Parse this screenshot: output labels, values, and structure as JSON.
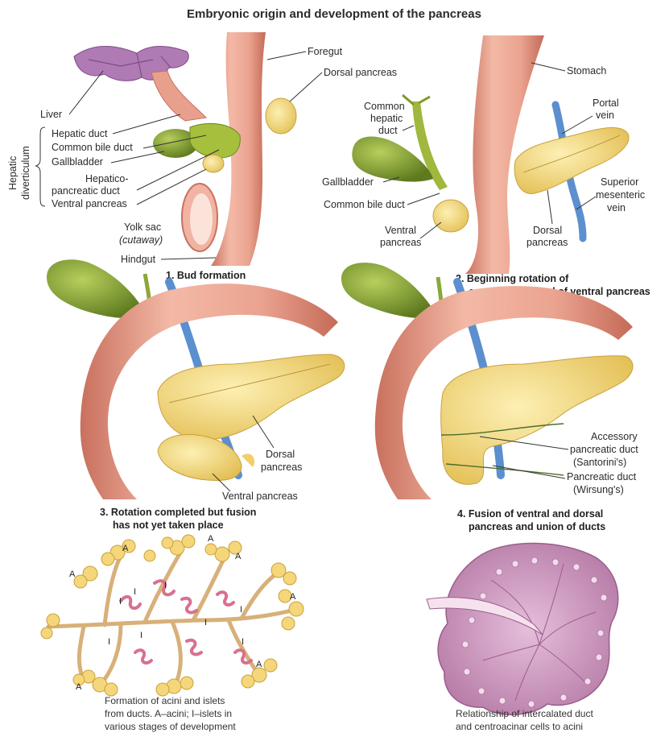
{
  "title": "Embryonic origin and development of the pancreas",
  "panel1": {
    "caption": "1. Bud formation",
    "labels": {
      "liver": "Liver",
      "foregut": "Foregut",
      "dorsal_pancreas": "Dorsal pancreas",
      "hepatic_duct": "Hepatic duct",
      "common_bile_duct": "Common bile duct",
      "gallbladder": "Gallbladder",
      "hepatico_1": "Hepatico-",
      "hepatico_2": "pancreatic duct",
      "ventral_pancreas": "Ventral pancreas",
      "yolk_sac": "Yolk sac",
      "cutaway": "(cutaway)",
      "hindgut": "Hindgut",
      "hepatic_div_1": "Hepatic",
      "hepatic_div_2": "diverticulum"
    }
  },
  "panel2": {
    "caption_1": "2. Beginning rotation of",
    "caption_2": "common duct and of ventral pancreas",
    "labels": {
      "stomach": "Stomach",
      "common_1": "Common",
      "common_2": "hepatic",
      "common_3": "duct",
      "portal_1": "Portal",
      "portal_2": "vein",
      "gallbladder": "Gallbladder",
      "common_bile_duct": "Common bile duct",
      "smv_1": "Superior",
      "smv_2": "mesenteric",
      "smv_3": "vein",
      "ventral_1": "Ventral",
      "ventral_2": "pancreas",
      "dorsal_1": "Dorsal",
      "dorsal_2": "pancreas"
    }
  },
  "panel3": {
    "caption_1": "3. Rotation completed but fusion",
    "caption_2": "has not yet taken place",
    "labels": {
      "dorsal_1": "Dorsal",
      "dorsal_2": "pancreas",
      "ventral": "Ventral pancreas"
    }
  },
  "panel4": {
    "caption_1": "4. Fusion of ventral and dorsal",
    "caption_2": "pancreas and union of ducts",
    "labels": {
      "accessory_1": "Accessory",
      "accessory_2": "pancreatic duct",
      "accessory_3": "(Santorini's)",
      "pancreatic_1": "Pancreatic duct",
      "pancreatic_2": "(Wirsung's)"
    }
  },
  "panel5": {
    "caption_1": "Formation of acini and islets",
    "caption_2": "from ducts. A–acini; I–islets in",
    "caption_3": "various stages of development",
    "letter_a": "A",
    "letter_i": "I"
  },
  "panel6": {
    "caption_1": "Relationship of intercalated duct",
    "caption_2": "and centroacinar cells to acini"
  },
  "colors": {
    "gut": "#e8a08c",
    "gut_dark": "#c9705e",
    "pancreas": "#f5dc82",
    "gallbladder": "#8aa83a",
    "vein": "#5b8fcf",
    "liver": "#b07ab5",
    "islet": "#d9708f",
    "acinus_tissue": "#c98fb8"
  }
}
